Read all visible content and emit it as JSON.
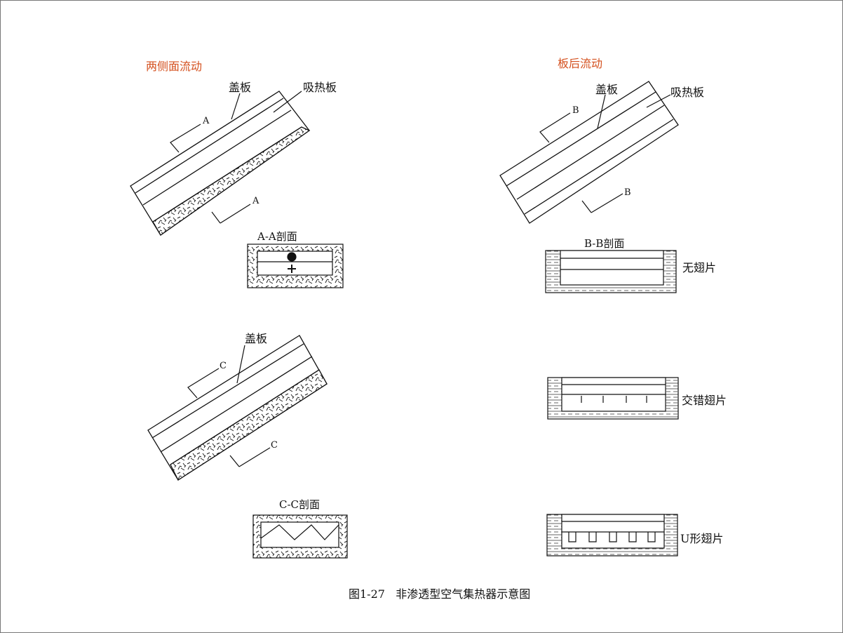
{
  "diagram": {
    "caption": "图1-27   非渗透型空气集热器示意图",
    "colors": {
      "heading": "#d4501e",
      "line": "#111111",
      "frame": "#777777"
    },
    "panel_a": {
      "heading": "两侧面流动",
      "cover_label": "盖板",
      "absorber_label": "吸热板",
      "cut_label": "A",
      "section_title": "A-A剖面"
    },
    "panel_b": {
      "heading": "板后流动",
      "cover_label": "盖板",
      "absorber_label": "吸热板",
      "cut_label": "B",
      "section_title": "B-B剖面",
      "variants": [
        "无翅片",
        "交错翅片",
        "U形翅片"
      ]
    },
    "panel_c": {
      "cover_label": "盖板",
      "cut_label": "C",
      "section_title": "C-C剖面"
    }
  }
}
